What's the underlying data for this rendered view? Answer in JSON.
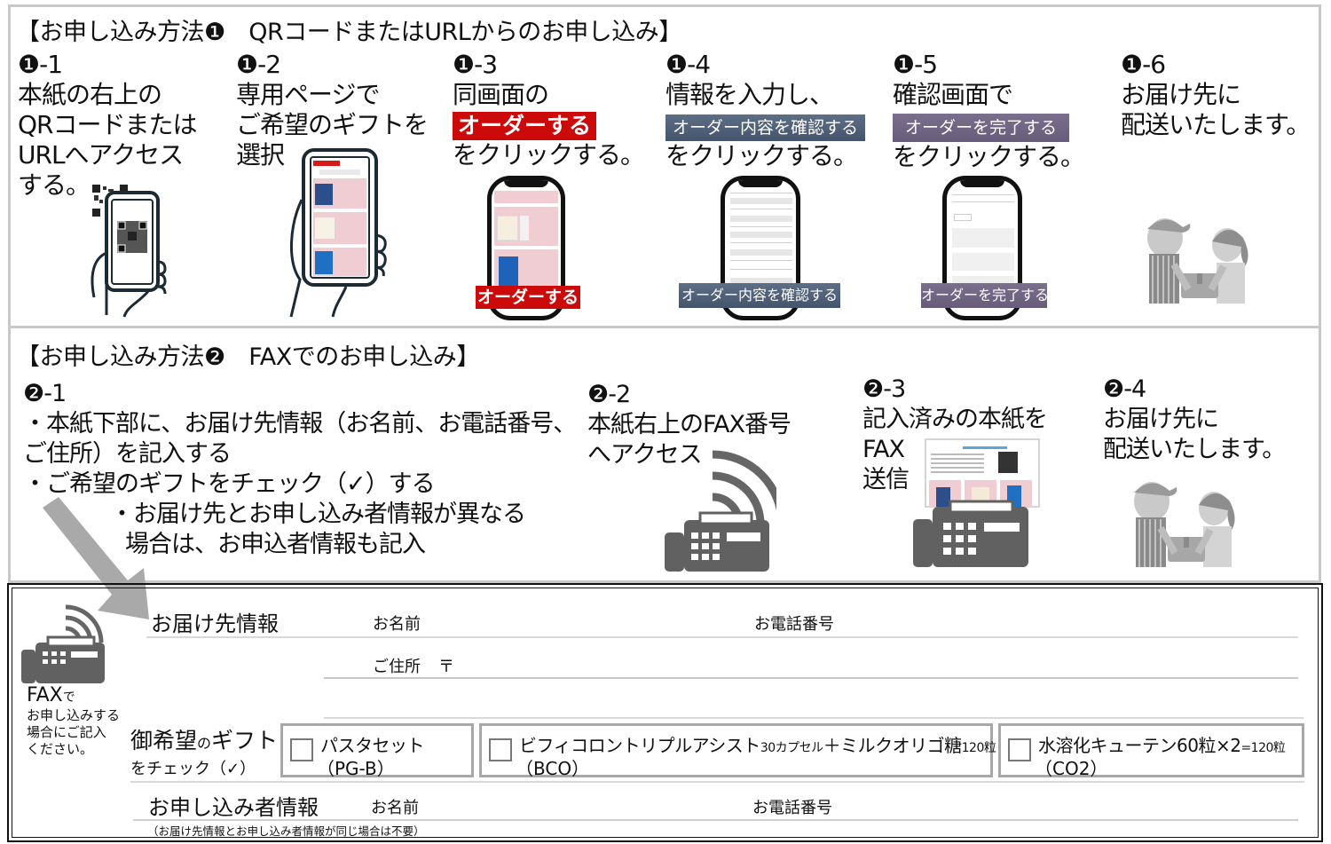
{
  "method1": {
    "title": "【お申し込み方法❶　QRコードまたはURLからのお申し込み】",
    "steps": [
      {
        "num": "❶-1",
        "lines": [
          "本紙の右上の",
          "QRコードまたは",
          "URLへアクセス",
          "する。"
        ]
      },
      {
        "num": "❶-2",
        "lines": [
          "専用ページで",
          "ご希望のギフトを",
          "選択"
        ]
      },
      {
        "num": "❶-3",
        "lines": [
          "同画面の",
          "をクリックする。"
        ],
        "button": "オーダーする"
      },
      {
        "num": "❶-4",
        "lines": [
          "情報を入力し、",
          "をクリックする。"
        ],
        "button": "オーダー内容を確認する"
      },
      {
        "num": "❶-5",
        "lines": [
          "確認画面で",
          "をクリックする。"
        ],
        "button": "オーダーを完了する"
      },
      {
        "num": "❶-6",
        "lines": [
          "お届け先に",
          "配送いたします。"
        ]
      }
    ],
    "phone_buttons": {
      "order": "オーダーする",
      "confirm": "オーダー内容を確認する",
      "complete": "オーダーを完了する"
    }
  },
  "method2": {
    "title": "【お申し込み方法❷　FAXでのお申し込み】",
    "steps": [
      {
        "num": "❷-1",
        "lines": [
          "・本紙下部に、お届け先情報（お名前、お電話番号、",
          "ご住所）を記入する",
          "・ご希望のギフトをチェック（✓）する",
          "・お届け先とお申し込み者情報が異なる",
          "場合は、お申込者情報も記入"
        ]
      },
      {
        "num": "❷-2",
        "lines": [
          "本紙右上のFAX番号",
          "へアクセス"
        ]
      },
      {
        "num": "❷-3",
        "lines": [
          "記入済みの本紙を",
          "FAX",
          "送信"
        ]
      },
      {
        "num": "❷-4",
        "lines": [
          "お届け先に",
          "配送いたします。"
        ]
      }
    ]
  },
  "form": {
    "side_note": {
      "fax": "FAX",
      "de": "で",
      "lines": [
        "お申し込みする",
        "場合にご記入",
        "ください。"
      ]
    },
    "delivery": {
      "heading": "お届け先情報",
      "name_label": "お名前",
      "phone_label": "お電話番号",
      "address_label": "ご住所",
      "postal_mark": "〒"
    },
    "gift": {
      "heading_a": "御希望",
      "heading_no": "の",
      "heading_b": "ギフト",
      "sub": "をチェック（✓）",
      "options": [
        {
          "name": "パスタセット",
          "code": "（PG-B）",
          "checked": false
        },
        {
          "name_main": "ビフィコロントリプルアシスト",
          "name_s1": "30カプセル",
          "name_mid": "＋ミルクオリゴ糖",
          "name_s2": "120粒",
          "code": "（BCO）",
          "checked": false
        },
        {
          "name_main": "水溶化キューテン60粒×2",
          "name_s1": "=120粒",
          "code": "（CO2）",
          "checked": false
        }
      ]
    },
    "applicant": {
      "heading": "お申し込み者情報",
      "name_label": "お名前",
      "phone_label": "お電話番号",
      "note": "（お届け先情報とお申し込み者情報が同じ場合は不要）"
    }
  }
}
